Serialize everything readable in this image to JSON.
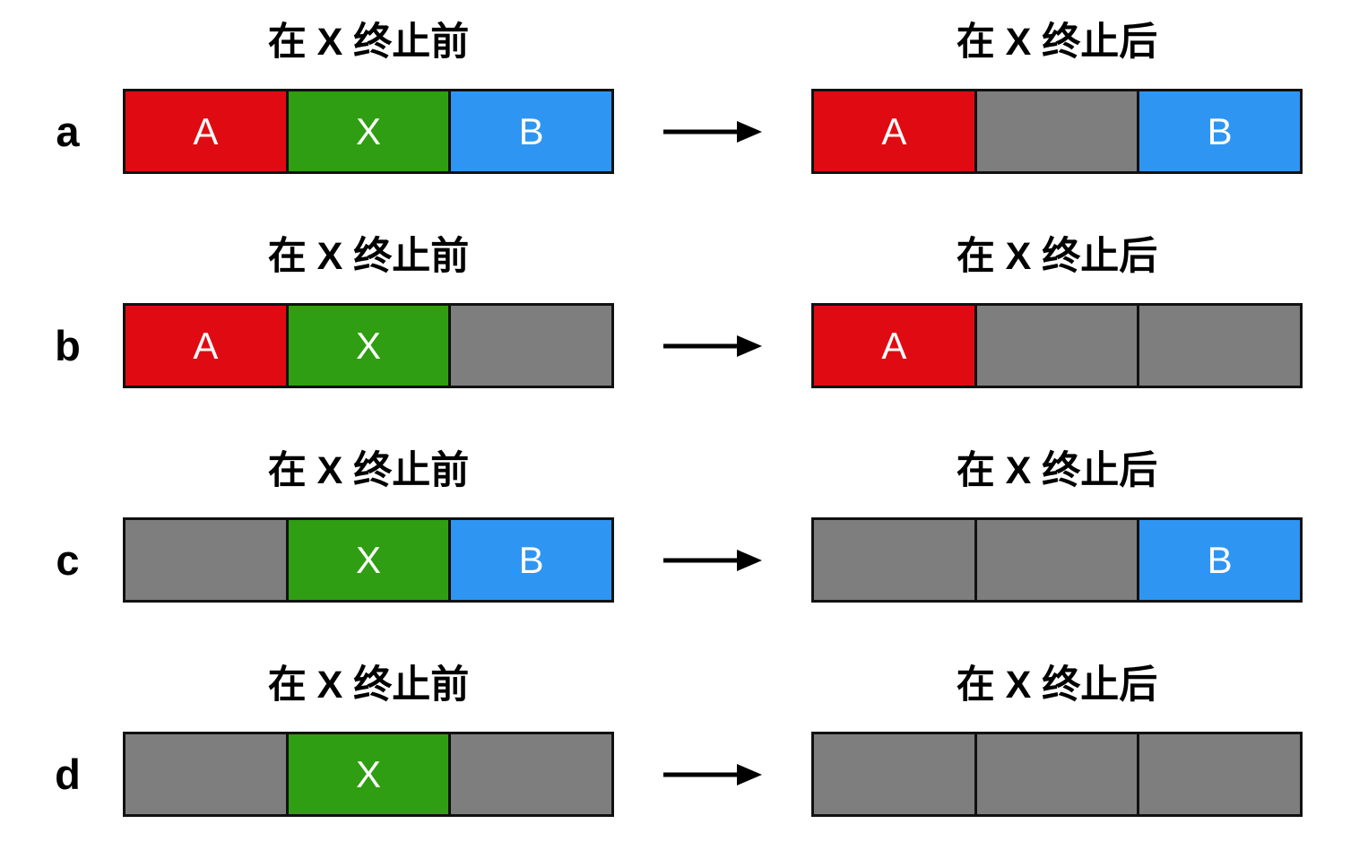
{
  "diagram": {
    "before_title": "在 X 终止前",
    "after_title": "在 X 终止后",
    "colors": {
      "process_a": "#e00b12",
      "process_x": "#2f9e12",
      "process_b": "#2e96f2",
      "free": "#7e7e7e",
      "border": "#111111",
      "cell_text": "#ffffff",
      "text": "#000000",
      "background": "#ffffff"
    },
    "rows": [
      {
        "label": "a",
        "before": [
          {
            "text": "A",
            "fill": "process_a"
          },
          {
            "text": "X",
            "fill": "process_x"
          },
          {
            "text": "B",
            "fill": "process_b"
          }
        ],
        "after": [
          {
            "text": "A",
            "fill": "process_a"
          },
          {
            "text": "",
            "fill": "free"
          },
          {
            "text": "B",
            "fill": "process_b"
          }
        ]
      },
      {
        "label": "b",
        "before": [
          {
            "text": "A",
            "fill": "process_a"
          },
          {
            "text": "X",
            "fill": "process_x"
          },
          {
            "text": "",
            "fill": "free"
          }
        ],
        "after": [
          {
            "text": "A",
            "fill": "process_a"
          },
          {
            "text": "",
            "fill": "free"
          },
          {
            "text": "",
            "fill": "free"
          }
        ]
      },
      {
        "label": "c",
        "before": [
          {
            "text": "",
            "fill": "free"
          },
          {
            "text": "X",
            "fill": "process_x"
          },
          {
            "text": "B",
            "fill": "process_b"
          }
        ],
        "after": [
          {
            "text": "",
            "fill": "free"
          },
          {
            "text": "",
            "fill": "free"
          },
          {
            "text": "B",
            "fill": "process_b"
          }
        ]
      },
      {
        "label": "d",
        "before": [
          {
            "text": "",
            "fill": "free"
          },
          {
            "text": "X",
            "fill": "process_x"
          },
          {
            "text": "",
            "fill": "free"
          }
        ],
        "after": [
          {
            "text": "",
            "fill": "free"
          },
          {
            "text": "",
            "fill": "free"
          },
          {
            "text": "",
            "fill": "free"
          }
        ]
      }
    ]
  }
}
